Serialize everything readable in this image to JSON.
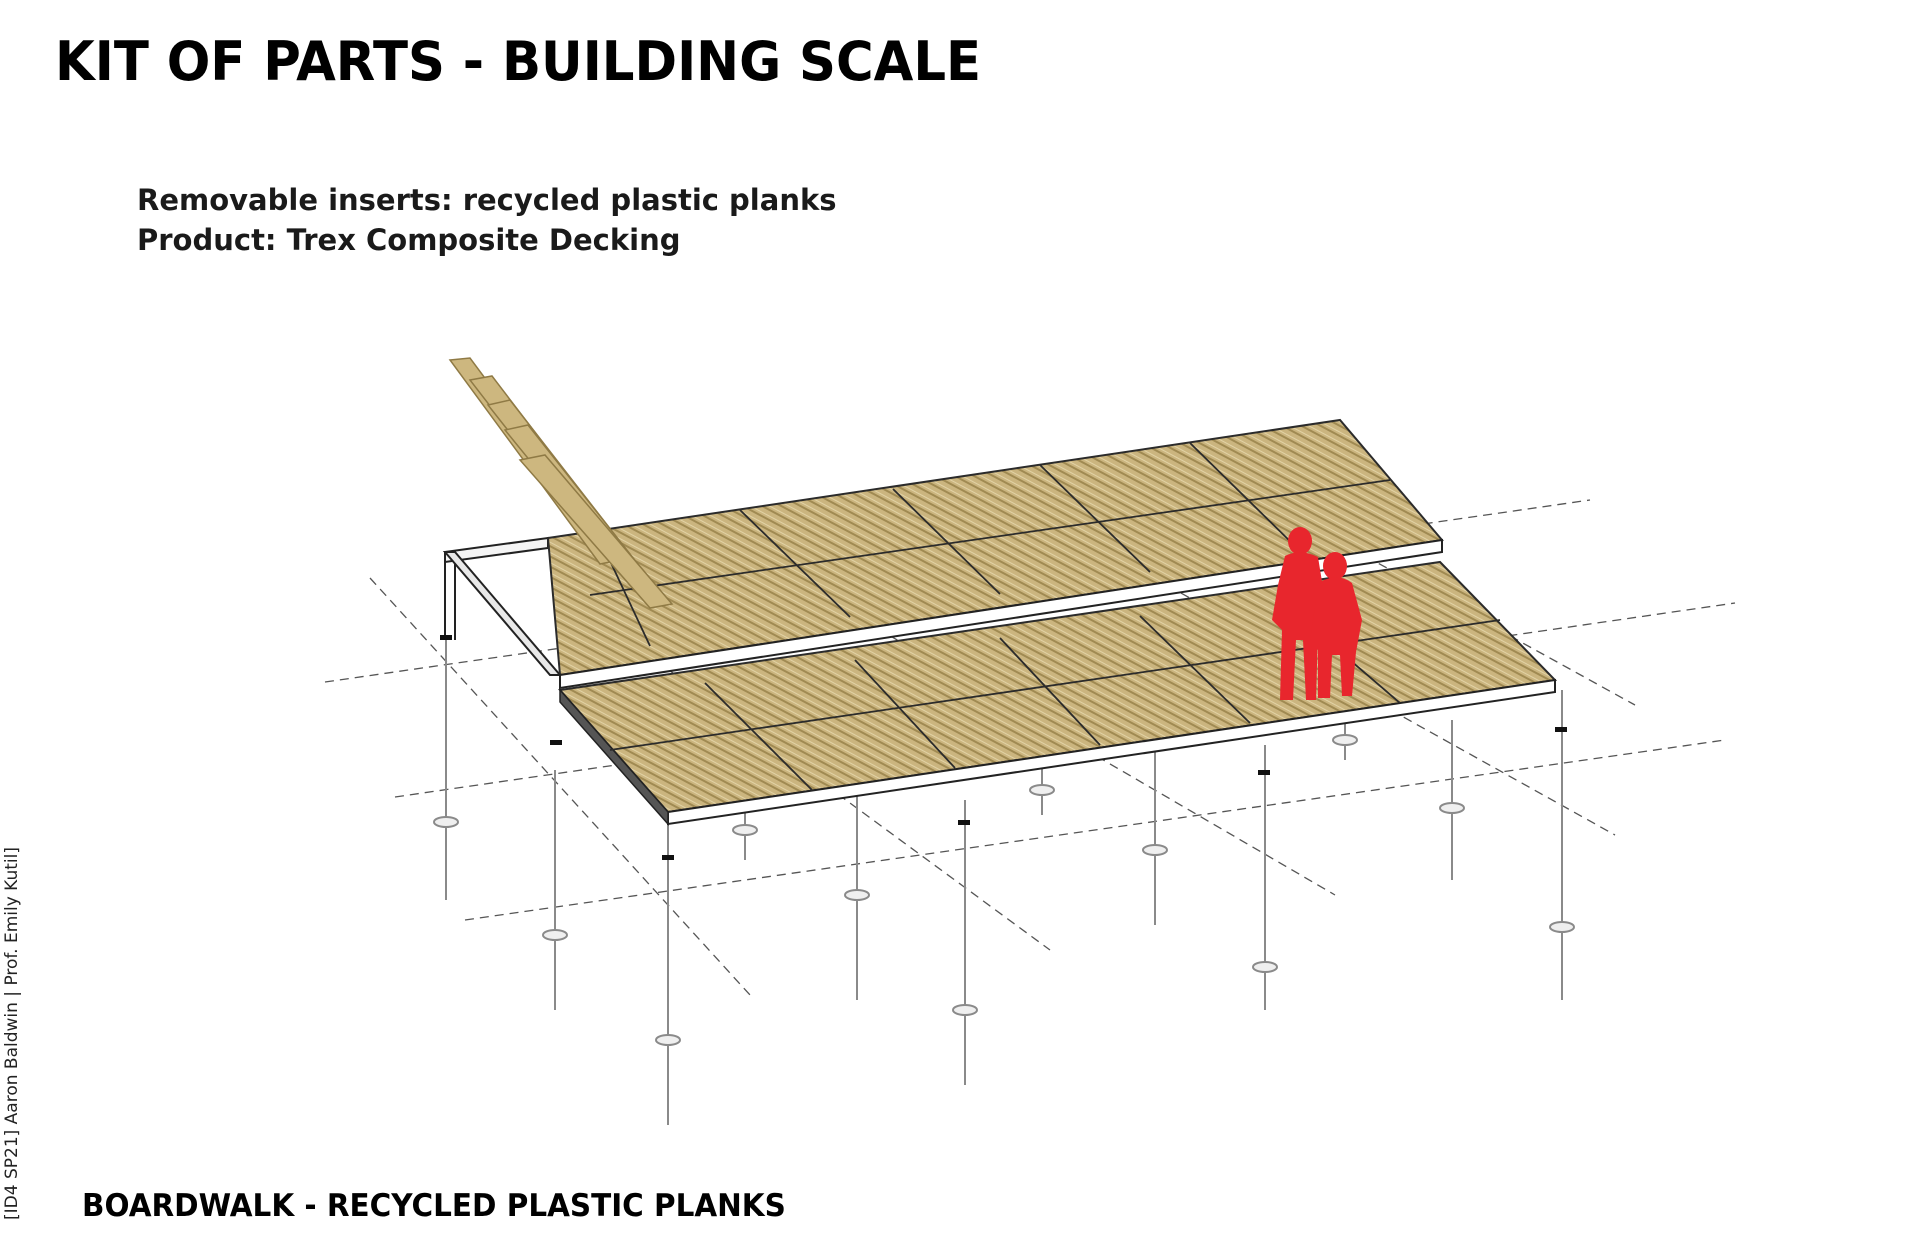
{
  "header": {
    "title": "KIT OF PARTS - BUILDING SCALE"
  },
  "description": {
    "line1": "Removable inserts: recycled plastic planks",
    "line2": "Product: Trex Composite Decking"
  },
  "footer": {
    "caption": "BOARDWALK - RECYCLED PLASTIC PLANKS"
  },
  "credit": {
    "text": "[ID4 SP21] Aaron Baldwin | Prof. Emily Kutil]"
  },
  "colors": {
    "plank": "#c9b37c",
    "plank_dark": "#8f7a45",
    "frame": "#2b2b2b",
    "post": "#9c9c9c",
    "figures": "#e8262d",
    "gridline": "#555555"
  },
  "icons": {
    "people": "two-people-silhouette-icon",
    "stack": "plank-stack-icon"
  }
}
